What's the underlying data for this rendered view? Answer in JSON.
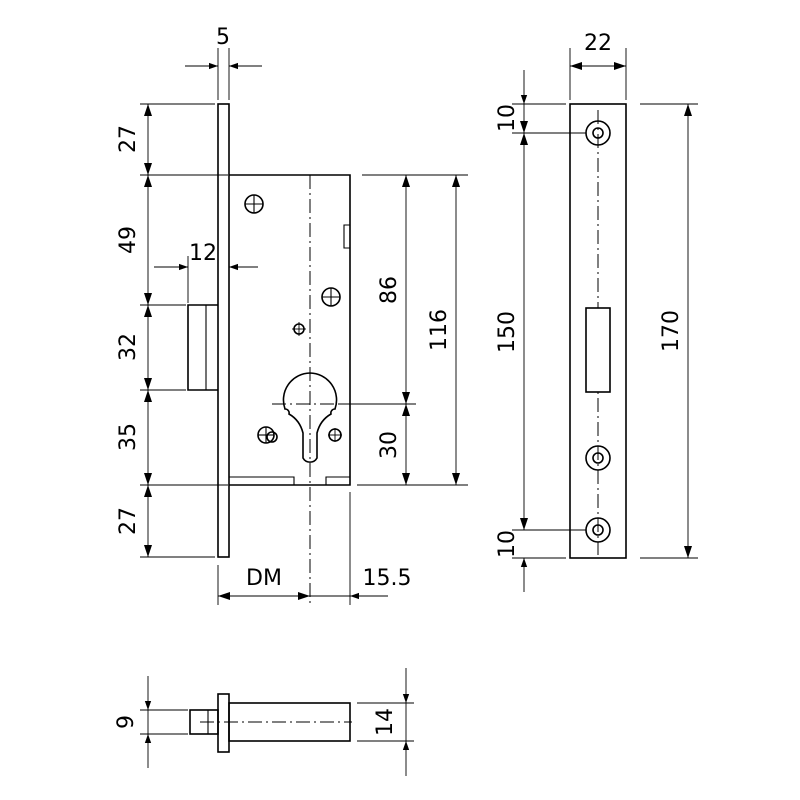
{
  "diagram": {
    "side_view": {
      "top_dims": [
        "5"
      ],
      "left_dims": [
        "27",
        "49",
        "12",
        "32",
        "35",
        "27"
      ],
      "right_dims": [
        "86",
        "116",
        "30"
      ],
      "bottom_dims": [
        "DM",
        "15.5"
      ]
    },
    "strike_plate": {
      "width_dim": "22",
      "left_dims": [
        "10",
        "150",
        "10"
      ],
      "right_dims": [
        "170"
      ]
    },
    "bolt_view": {
      "left_dims": [
        "9"
      ],
      "right_dims": [
        "14"
      ]
    }
  }
}
